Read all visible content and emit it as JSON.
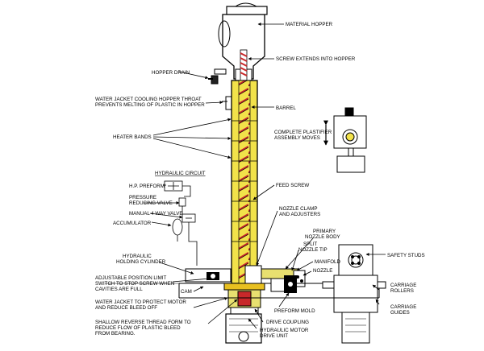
{
  "labels": {
    "material_hopper": "MATERIAL HOPPER",
    "screw_extends": "SCREW EXTENDS INTO HOPPER",
    "hopper_drain": "HOPPER DRAIN",
    "water_jacket_throat_1": "WATER JACKET COOLING HOPPER THROAT",
    "water_jacket_throat_2": "PREVENTS MELTING OF PLASTIC IN HOPPER",
    "barrel": "BARREL",
    "heater_bands": "HEATER BANDS",
    "complete_plastifier_1": "COMPLETE PLASTIFIER",
    "complete_plastifier_2": "ASSEMBLY MOVES",
    "hydraulic_circuit": "HYDRAULIC CIRCUIT",
    "hp_preform": "H.P. PREFORM",
    "pressure_reducing_1": "PRESSURE",
    "pressure_reducing_2": "REDUCING VALVE",
    "manual_4_way": "MANUAL 4 WAY VALVE",
    "accumulator": "ACCUMULATOR",
    "feed_screw": "FEED SCREW",
    "nozzle_clamp_1": "NOZZLE CLAMP",
    "nozzle_clamp_2": "AND ADJUSTERS",
    "primary_nozzle_1": "PRIMARY",
    "primary_nozzle_2": "NOZZLE BODY",
    "split_nozzle_1": "SPLIT",
    "split_nozzle_2": "NOZZLE TIP",
    "manifold": "MANIFOLD",
    "nozzle": "NOZZLE",
    "hydraulic_holding_1": "HYDRAULIC",
    "hydraulic_holding_2": "HOLDING CYLINDER",
    "adjustable_limit_1": "ADJUSTABLE POSITION LIMIT",
    "adjustable_limit_2": "SWITCH TO STOP SCREW WHEN",
    "adjustable_limit_3": "CAVITIES ARE FULL",
    "cam": "CAM",
    "water_jacket_motor_1": "WATER JACKET TO PROTECT MOTOR",
    "water_jacket_motor_2": "AND REDUCE BLEED OFF",
    "preform_mold": "PREFORM MOLD",
    "drive_coupling": "DRIVE COUPLING",
    "shallow_reverse_1": "SHALLOW REVERSE THREAD FORM TO",
    "shallow_reverse_2": "REDUCE FLOW OF PLASTIC BLEED",
    "shallow_reverse_3": "FROM BEARING.",
    "hydraulic_motor_1": "HYDRAULIC MOTOR",
    "hydraulic_motor_2": "DRIVE UNIT",
    "safety_studs": "SAFETY STUDS",
    "carriage_rollers_1": "CARRIAGE",
    "carriage_rollers_2": "ROLLERS",
    "carriage_guides_1": "CARRIAGE",
    "carriage_guides_2": "GUIDES"
  },
  "colors": {
    "barrel_yellow": "#f2e24a",
    "screw_red": "#c8282a",
    "nozzle_yellow": "#e8e070",
    "line": "#000000"
  }
}
